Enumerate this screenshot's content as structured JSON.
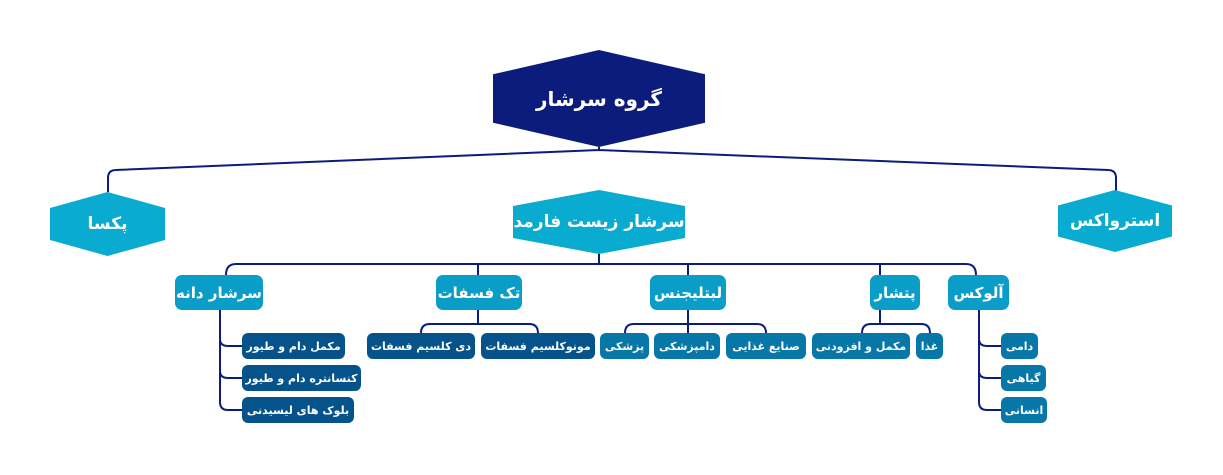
{
  "root": "گروه سرشار",
  "level2": {
    "left": "پکسا",
    "center": "سرشار زیست فارمد",
    "right": "استرواکس"
  },
  "level3": {
    "sarshar_daneh": {
      "label": "سرشار دانه",
      "children": [
        "مکمل دام و طیور",
        "کنسانتره دام و طیور",
        "بلوک های لیسیدنی"
      ]
    },
    "tak_fasfat": {
      "label": "تک فسفات",
      "children": [
        "مونوکلسیم فسفات",
        "دی کلسیم فسفات"
      ]
    },
    "labtelijens": {
      "label": "لبتلیجنس",
      "children": [
        "صنایع غذایی",
        "دامپزشکی",
        "پزشکی"
      ]
    },
    "petshar": {
      "label": "پتشار",
      "children": [
        "غذا",
        "مکمل و افزودنی"
      ]
    },
    "alux": {
      "label": "آلوکس",
      "children": [
        "دامی",
        "گیاهی",
        "انسانی"
      ]
    }
  },
  "colors": {
    "root": "#0b1c7c",
    "level2": "#09abd0",
    "level3": "#0a9dc8",
    "leaf_dark": "#06538b",
    "leaf_mid": "#0777a8",
    "lines": "#0b1c7c"
  }
}
